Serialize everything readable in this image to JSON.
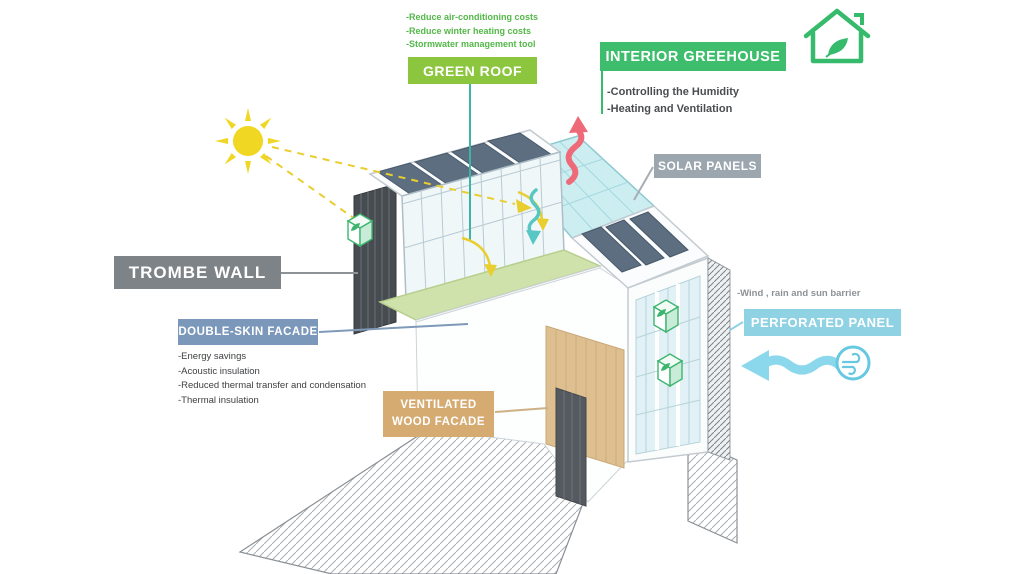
{
  "labels": {
    "green_roof": {
      "title": "GREEN ROOF",
      "notes": [
        "-Reduce air-conditioning costs",
        "-Reduce winter heating costs",
        "-Stormwater management tool"
      ]
    },
    "interior_greenhouse": {
      "title": "INTERIOR GREEHOUSE",
      "notes": [
        "-Controlling the Humidity",
        "-Heating and Ventilation"
      ]
    },
    "solar_panels": {
      "title": "SOLAR PANELS"
    },
    "trombe_wall": {
      "title": "TROMBE WALL"
    },
    "double_skin_facade": {
      "title": "DOUBLE-SKIN FACADE",
      "notes": [
        "-Energy savings",
        "-Acoustic insulation",
        "-Reduced thermal transfer and condensation",
        "-Thermal insulation"
      ]
    },
    "ventilated_wood_facade": {
      "line1": "VENTILATED",
      "line2": "WOOD  FACADE"
    },
    "perforated_panel": {
      "title": "PERFORATED  PANEL",
      "note": "-Wind , rain and  sun barrier"
    }
  },
  "icons": {
    "sun": "sun-icon",
    "greenhouse": "house-leaf-icon",
    "wind": "wind-circle-icon",
    "leaf_cube": "leaf-cube-icon"
  },
  "colors": {
    "green_roof_bg": "#8cc63e",
    "greenhouse_bg": "#3ebd6d",
    "solar_bg": "#9ba6ae",
    "trombe_bg": "#7e8387",
    "double_skin_bg": "#7b98ba",
    "wood_bg": "#d5ab72",
    "perforated_bg": "#8fd2e4",
    "heat_arrow": "#ee6a79",
    "air_arrow": "#58c7c3",
    "wind_arrow": "#8bd7ec",
    "sun": "#f0d723"
  }
}
